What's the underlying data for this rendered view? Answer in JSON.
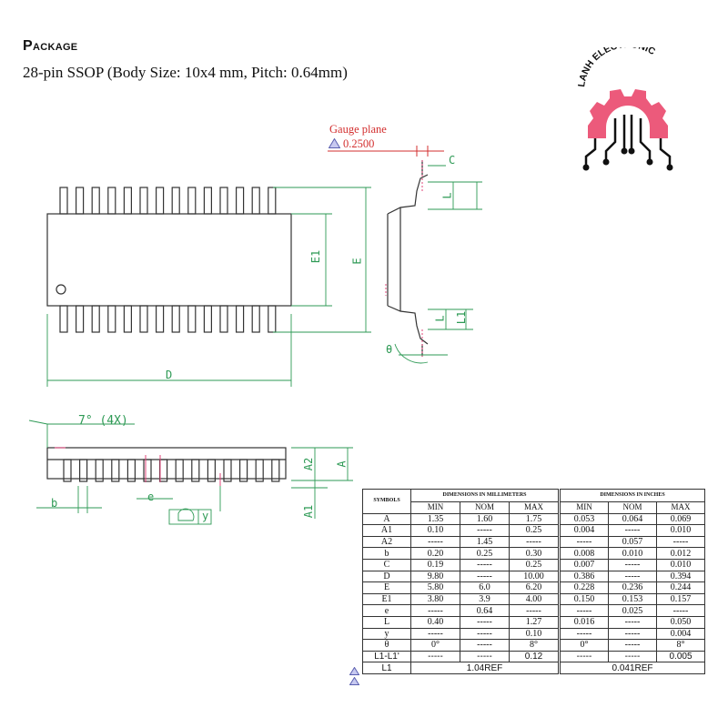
{
  "header": {
    "title": "Package",
    "subtitle": "28-pin SSOP (Body Size: 10x4 mm, Pitch: 0.64mm)"
  },
  "logo": {
    "text": "LANH ELECTRONIC",
    "color": "#ec5a7b"
  },
  "drawing": {
    "gauge_label": "Gauge plane",
    "gauge_value": "0.2500",
    "labels": {
      "D": "D",
      "E": "E",
      "E1": "E1",
      "C": "C",
      "L": "L",
      "L1": "L1",
      "theta": "θ",
      "angle": "7° (4X)",
      "A": "A",
      "A1": "A1",
      "A2": "A2",
      "b": "b",
      "e": "e",
      "y": "y"
    },
    "colors": {
      "dimension": "#2e9a55",
      "outline": "#333333",
      "gauge": "#d32f2f",
      "pin_mark": "#e0447a"
    }
  },
  "table": {
    "symbols_header": "SYMBOLS",
    "mm_header": "DIMENSIONS IN MILLIMETERS",
    "in_header": "DIMENSIONS IN INCHES",
    "sub_headers": [
      "MIN",
      "NOM",
      "MAX",
      "MIN",
      "NOM",
      "MAX"
    ],
    "rows": [
      {
        "symbol": "A",
        "cells": [
          "1.35",
          "1.60",
          "1.75",
          "0.053",
          "0.064",
          "0.069"
        ]
      },
      {
        "symbol": "A1",
        "cells": [
          "0.10",
          "-----",
          "0.25",
          "0.004",
          "-----",
          "0.010"
        ]
      },
      {
        "symbol": "A2",
        "cells": [
          "-----",
          "1.45",
          "-----",
          "-----",
          "0.057",
          "-----"
        ]
      },
      {
        "symbol": "b",
        "cells": [
          "0.20",
          "0.25",
          "0.30",
          "0.008",
          "0.010",
          "0.012"
        ]
      },
      {
        "symbol": "C",
        "cells": [
          "0.19",
          "-----",
          "0.25",
          "0.007",
          "-----",
          "0.010"
        ]
      },
      {
        "symbol": "D",
        "cells": [
          "9.80",
          "-----",
          "10.00",
          "0.386",
          "-----",
          "0.394"
        ]
      },
      {
        "symbol": "E",
        "cells": [
          "5.80",
          "6.0",
          "6.20",
          "0.228",
          "0.236",
          "0.244"
        ]
      },
      {
        "symbol": "E1",
        "cells": [
          "3.80",
          "3.9",
          "4.00",
          "0.150",
          "0.153",
          "0.157"
        ]
      },
      {
        "symbol": "e",
        "cells": [
          "-----",
          "0.64",
          "-----",
          "-----",
          "0.025",
          "-----"
        ]
      },
      {
        "symbol": "L",
        "cells": [
          "0.40",
          "-----",
          "1.27",
          "0.016",
          "-----",
          "0.050"
        ]
      },
      {
        "symbol": "y",
        "cells": [
          "-----",
          "-----",
          "0.10",
          "-----",
          "-----",
          "0.004"
        ]
      },
      {
        "symbol": "θ",
        "cells": [
          "0°",
          "-----",
          "8°",
          "0°",
          "-----",
          "8°"
        ]
      },
      {
        "symbol": "L1-L1'",
        "cells": [
          "-----",
          "-----",
          "0.12",
          "-----",
          "-----",
          "0.005"
        ]
      }
    ],
    "ref_row": {
      "symbol": "L1",
      "mm_ref": "1.04REF",
      "in_ref": "0.041REF"
    }
  }
}
